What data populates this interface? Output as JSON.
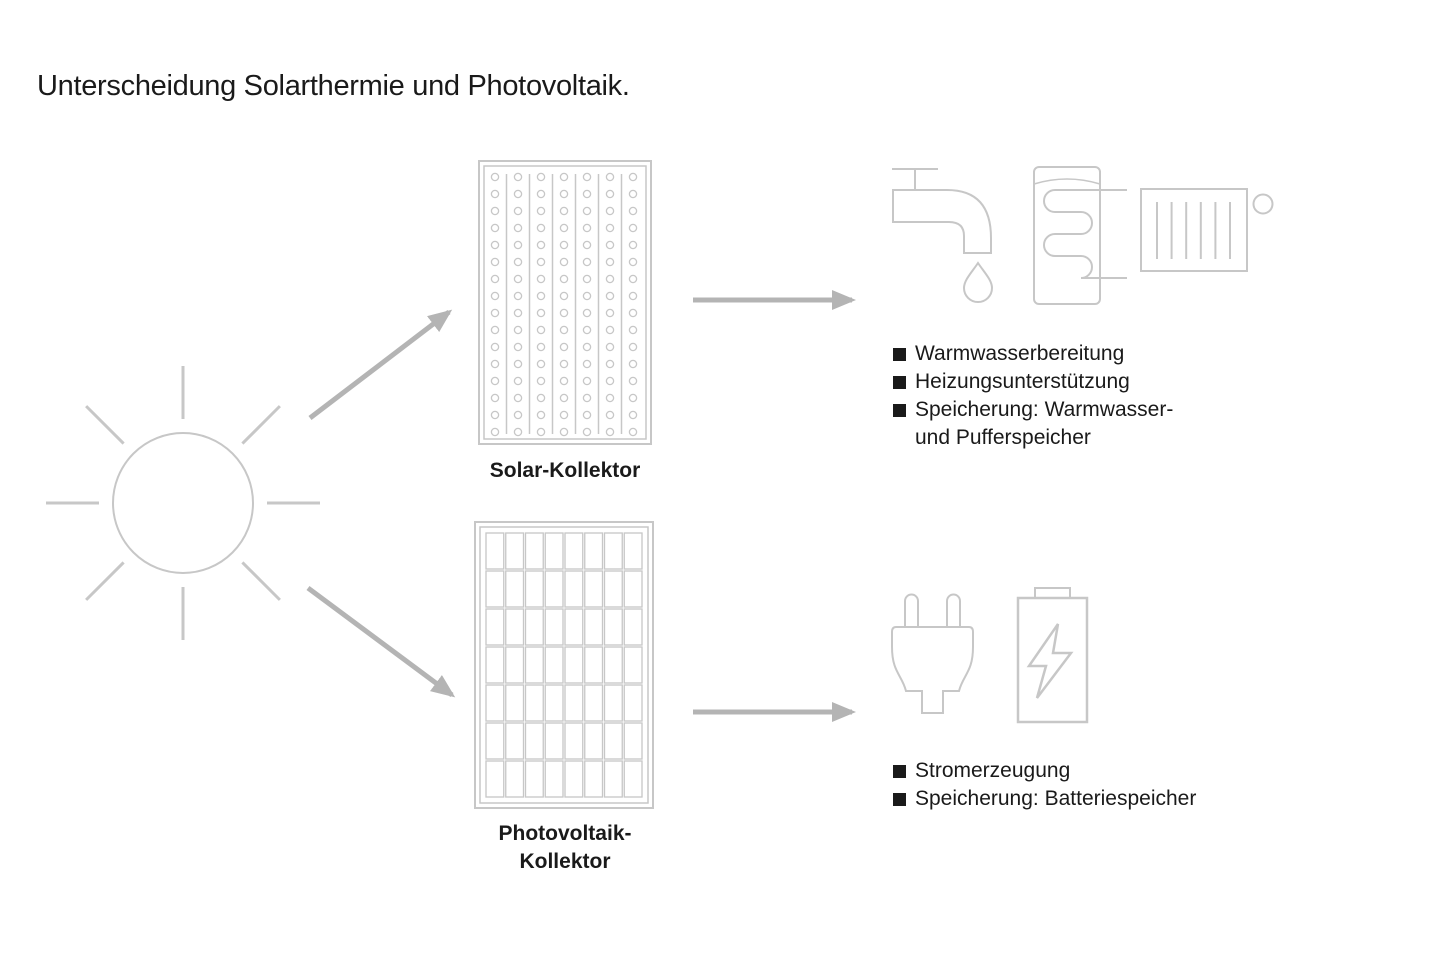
{
  "page": {
    "title": "Unterscheidung Solarthermie und Photovoltaik."
  },
  "colors": {
    "icon_gray": "#c7c7c7",
    "arrow_gray": "#b4b4b4",
    "text_dark": "#1a1a1a"
  },
  "sun": {
    "name": "sun-icon",
    "rays": 8
  },
  "collectors": {
    "solar": {
      "label": "Solar-Kollektor",
      "pattern": {
        "type": "circle-rows",
        "columns": 7,
        "rows": 16
      }
    },
    "photovoltaik": {
      "label": "Photovoltaik-\nKollektor",
      "pattern": {
        "type": "cell-grid",
        "columns": 8,
        "rows": 7
      }
    }
  },
  "solarthermie": {
    "icons": [
      "faucet-icon",
      "hot-water-tank-icon",
      "radiator-icon"
    ],
    "bullets": [
      "Warmwasserbereitung",
      "Heizungsunterstützung",
      "Speicherung: Warmwasser-\nund Pufferspeicher"
    ]
  },
  "photovoltaik": {
    "icons": [
      "power-plug-icon",
      "battery-icon"
    ],
    "bullets": [
      "Stromerzeugung",
      "Speicherung: Batteriespeicher"
    ]
  }
}
